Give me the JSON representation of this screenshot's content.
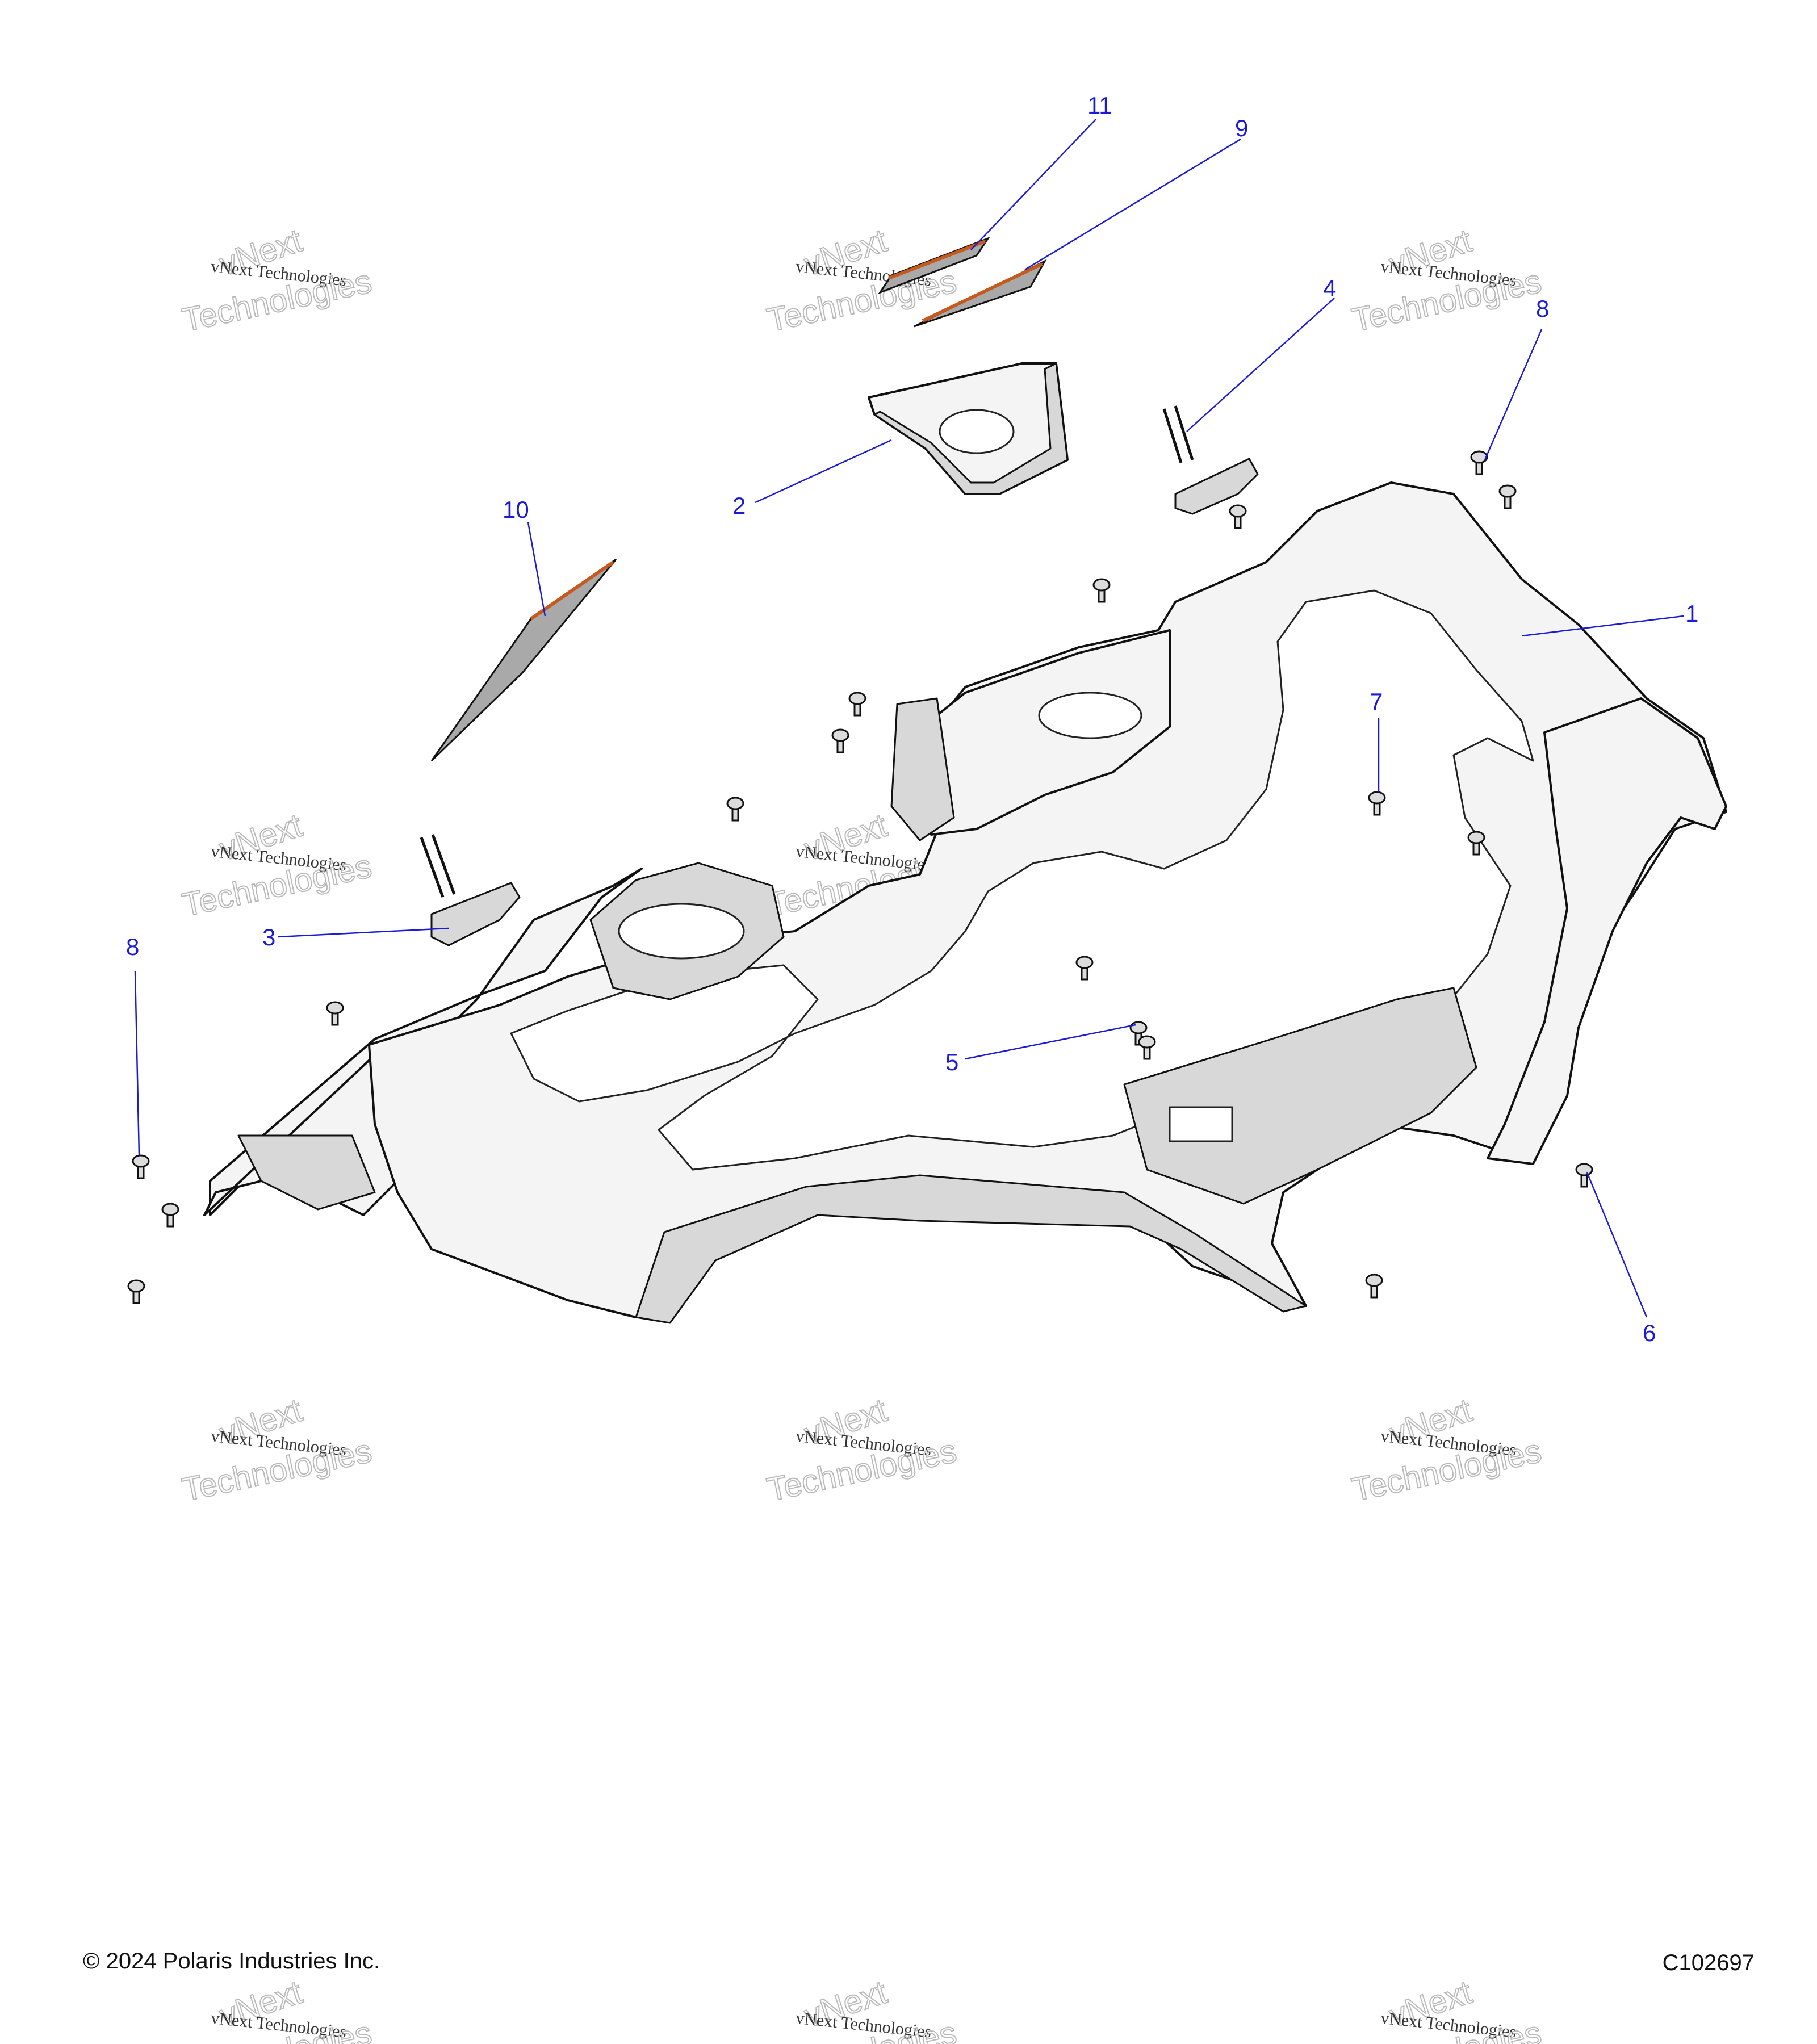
{
  "callouts": [
    {
      "id": "1",
      "label": "1"
    },
    {
      "id": "2",
      "label": "2"
    },
    {
      "id": "3",
      "label": "3"
    },
    {
      "id": "4",
      "label": "4"
    },
    {
      "id": "5",
      "label": "5"
    },
    {
      "id": "6",
      "label": "6"
    },
    {
      "id": "7",
      "label": "7"
    },
    {
      "id": "8a",
      "label": "8"
    },
    {
      "id": "8b",
      "label": "8"
    },
    {
      "id": "9",
      "label": "9"
    },
    {
      "id": "10",
      "label": "10"
    },
    {
      "id": "11",
      "label": "11"
    }
  ],
  "watermark": {
    "line1": "vNext",
    "line2": "vNext Technologies",
    "line3": "Technologies"
  },
  "footer": {
    "copyright": "© 2024 Polaris Industries Inc.",
    "diagram_code": "C102697"
  },
  "colors": {
    "callout": "#1a1ad8",
    "decal_stripe": "#c65a1e"
  }
}
